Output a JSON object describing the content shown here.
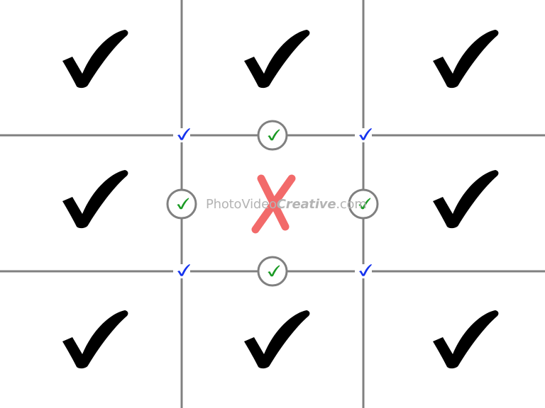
{
  "watermark": {
    "part1": "PhotoVideo",
    "part2": "Creative",
    "part3": ".com"
  },
  "colors": {
    "grid": "#808080",
    "cell_check": "#000000",
    "intersection_check": "#1533ee",
    "ring_check": "#1a9a24",
    "center_cross": "#f26a6a"
  },
  "icons": {
    "cell": "checkmark-icon",
    "intersection": "small-checkmark-icon",
    "ring": "circled-checkmark-icon",
    "center": "cross-icon"
  }
}
